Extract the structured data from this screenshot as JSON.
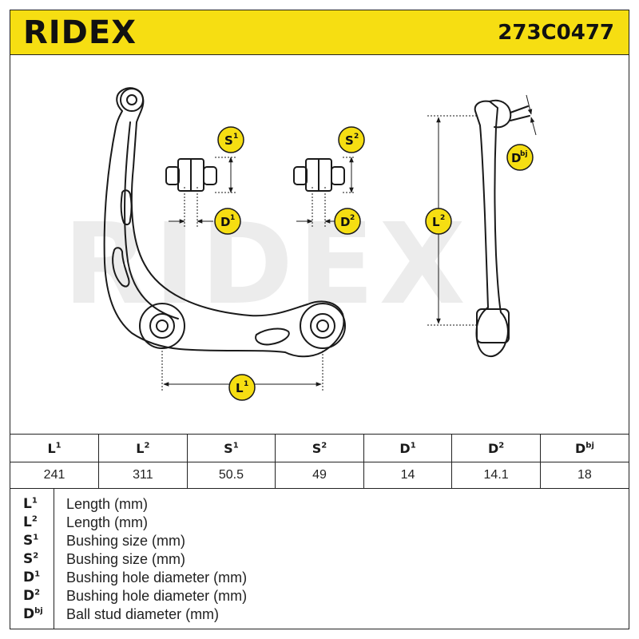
{
  "header": {
    "brand": "RIDEX",
    "part_number": "273C0477"
  },
  "drawing": {
    "watermark": "RIDEX",
    "labels": {
      "S1": {
        "base": "S",
        "sup": "1"
      },
      "S2": {
        "base": "S",
        "sup": "2"
      },
      "D1": {
        "base": "D",
        "sup": "1"
      },
      "D2": {
        "base": "D",
        "sup": "2"
      },
      "Dbj": {
        "base": "D",
        "sup": "bj"
      },
      "L1": {
        "base": "L",
        "sup": "1"
      },
      "L2": {
        "base": "L",
        "sup": "2"
      }
    },
    "badge_color": "#f6de12"
  },
  "spec_table": {
    "headers": [
      {
        "base": "L",
        "sup": "1"
      },
      {
        "base": "L",
        "sup": "2"
      },
      {
        "base": "S",
        "sup": "1"
      },
      {
        "base": "S",
        "sup": "2"
      },
      {
        "base": "D",
        "sup": "1"
      },
      {
        "base": "D",
        "sup": "2"
      },
      {
        "base": "D",
        "sup": "bj"
      }
    ],
    "values": [
      "241",
      "311",
      "50.5",
      "49",
      "14",
      "14.1",
      "18"
    ]
  },
  "legend": [
    {
      "base": "L",
      "sup": "1",
      "desc": "Length (mm)"
    },
    {
      "base": "L",
      "sup": "2",
      "desc": "Length (mm)"
    },
    {
      "base": "S",
      "sup": "1",
      "desc": "Bushing size (mm)"
    },
    {
      "base": "S",
      "sup": "2",
      "desc": "Bushing size (mm)"
    },
    {
      "base": "D",
      "sup": "1",
      "desc": "Bushing hole diameter (mm)"
    },
    {
      "base": "D",
      "sup": "2",
      "desc": "Bushing hole diameter (mm)"
    },
    {
      "base": "D",
      "sup": "bj",
      "desc": "Ball stud diameter (mm)"
    }
  ],
  "colors": {
    "accent": "#f6de12",
    "line": "#1a1a1a",
    "watermark": "#ececec"
  }
}
